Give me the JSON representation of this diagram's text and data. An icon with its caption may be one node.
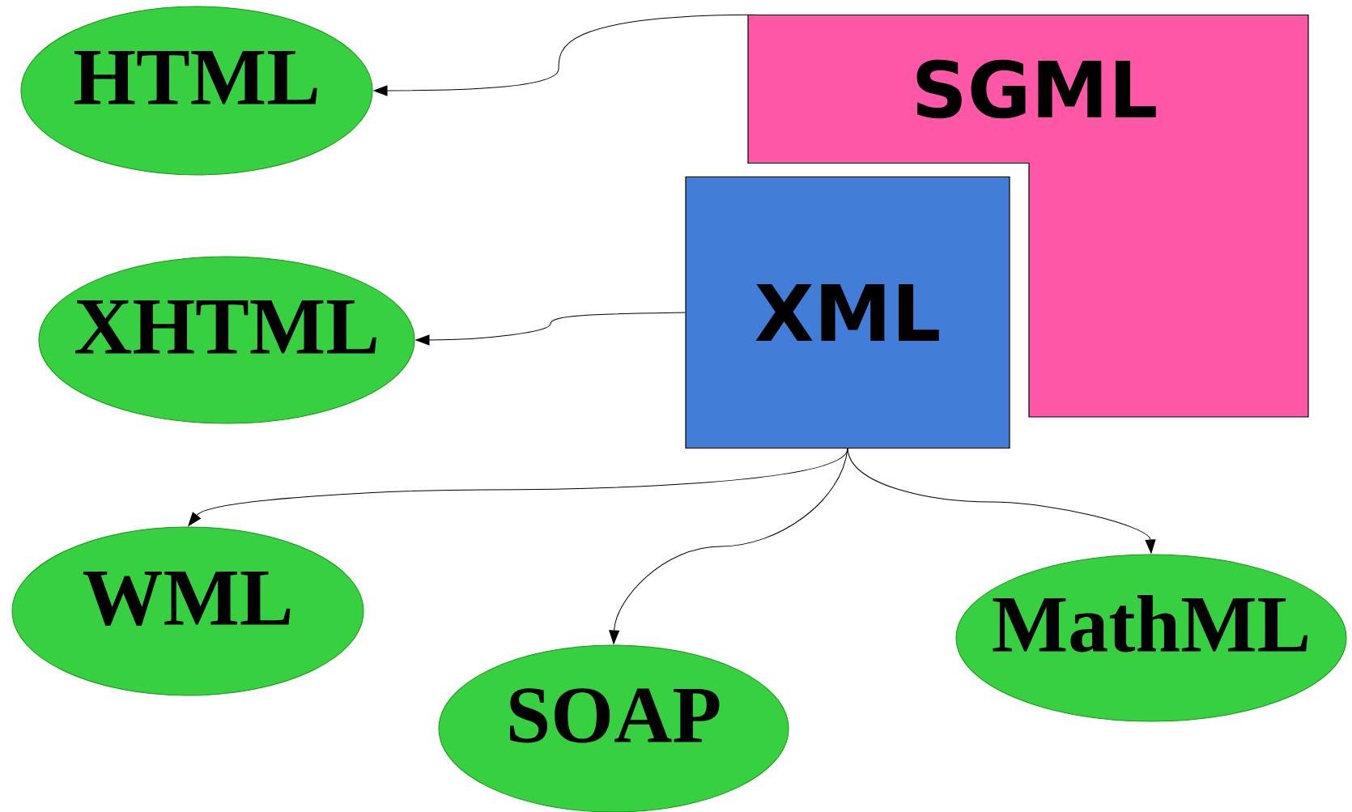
{
  "diagram": {
    "nodes": [
      {
        "text": [
          "SGML"
        ]
      },
      {
        "text": [
          "XML"
        ]
      },
      {
        "text": [
          "HTML"
        ]
      },
      {
        "text": [
          "XHTML"
        ]
      },
      {
        "text": [
          "WML"
        ]
      },
      {
        "text": [
          "SOAP"
        ]
      },
      {
        "text": [
          "MathML"
        ]
      }
    ],
    "edges": [
      {
        "from": 0,
        "to": 2,
        "arrow": "to"
      },
      {
        "from": 1,
        "to": 3,
        "arrow": "to"
      },
      {
        "from": 1,
        "to": 4,
        "arrow": "to"
      },
      {
        "from": 1,
        "to": 5,
        "arrow": "to"
      },
      {
        "from": 1,
        "to": 6,
        "arrow": "to"
      }
    ]
  }
}
